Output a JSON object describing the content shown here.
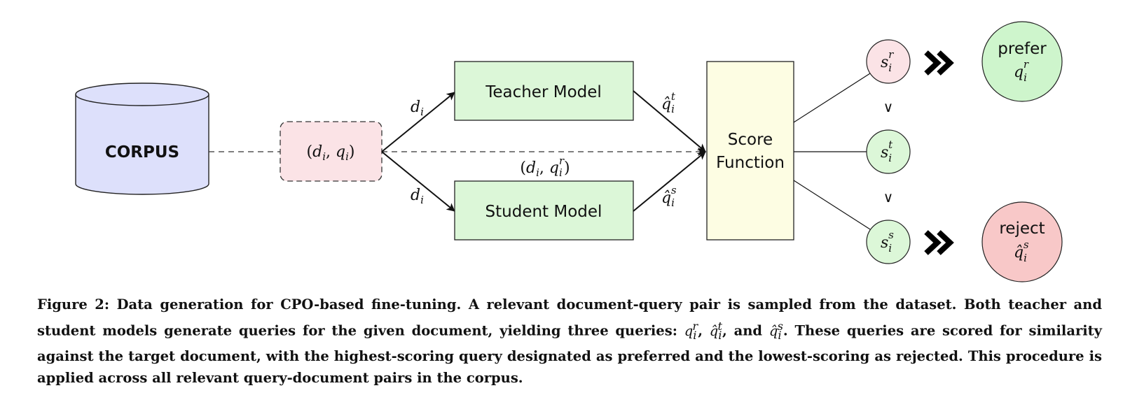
{
  "diagram": {
    "corpus_label": "CORPUS",
    "teacher_label": "Teacher Model",
    "student_label": "Student Model",
    "score_label_line1": "Score",
    "score_label_line2": "Function",
    "prefer_label": "prefer",
    "reject_label": "reject",
    "chevrons": "»",
    "gt_symbol": "∨",
    "colors": {
      "corpus_fill": "#dde0fb",
      "pair_fill": "#fbe3e6",
      "model_fill": "#dcf7d8",
      "score_fill": "#fdfde3",
      "score_r_fill": "#fbe3e6",
      "score_ts_fill": "#dcf7d8",
      "prefer_fill": "#cef5cc",
      "reject_fill": "#f8c8c8"
    }
  },
  "caption": {
    "prefix": "Figure 2: Data generation for CPO-based fine-tuning. A relevant document-query pair is sampled from the dataset. Both teacher and student models generate queries for the given document, yielding three queries:",
    "and_word": ", and",
    "suffix": ". These queries are scored for similarity against the target document, with the highest-scoring query designated as preferred and the lowest-scoring as rejected. This procedure is applied across all relevant query-document pairs in the corpus."
  }
}
